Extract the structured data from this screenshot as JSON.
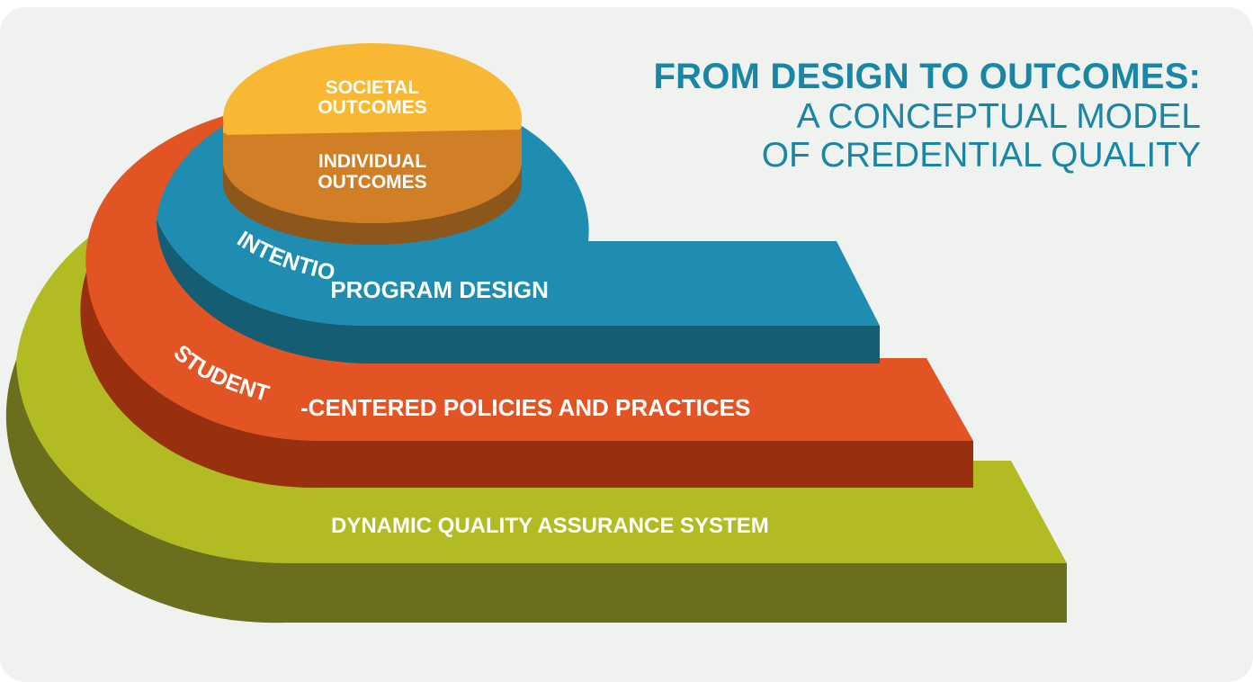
{
  "title": {
    "main": "FROM DESIGN TO OUTCOMES:",
    "sub_line1": "A CONCEPTUAL MODEL",
    "sub_line2": "OF CREDENTIAL QUALITY"
  },
  "layers": {
    "societal": {
      "line1": "SOCIETAL",
      "line2": "OUTCOMES"
    },
    "individual": {
      "line1": "INDIVIDUAL",
      "line2": "OUTCOMES"
    },
    "program_design": {
      "lead": "INTENTIONAL",
      "rest": " PROGRAM DESIGN"
    },
    "policies": {
      "lead": "STUDENT",
      "rest": "-CENTERED POLICIES AND PRACTICES"
    },
    "quality": {
      "label": "DYNAMIC QUALITY ASSURANCE SYSTEM"
    }
  },
  "colors": {
    "background": "#f0f2ef",
    "title": "#1a86a6",
    "green_top": "#b2bb22",
    "green_side": "#6b6e1d",
    "red_top": "#e35424",
    "red_side": "#98300f",
    "blue_top": "#1f8db1",
    "blue_side": "#155d73",
    "gold_top": "#f8b833",
    "tan_top": "#d17f27",
    "tan_side": "#8d561a"
  }
}
